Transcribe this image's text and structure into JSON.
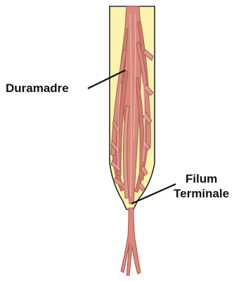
{
  "labels": {
    "duramadre": "Duramadre",
    "filum_line1": "Filum",
    "filum_line2": "Terminale"
  },
  "colors": {
    "dural_sac_fill": "#fbf3ad",
    "dural_sac_outline": "#2a2a2a",
    "nerve_fill": "#d8897c",
    "nerve_dark": "#a85a50",
    "nerve_light": "#eab2a6",
    "leader_line": "#111111"
  }
}
